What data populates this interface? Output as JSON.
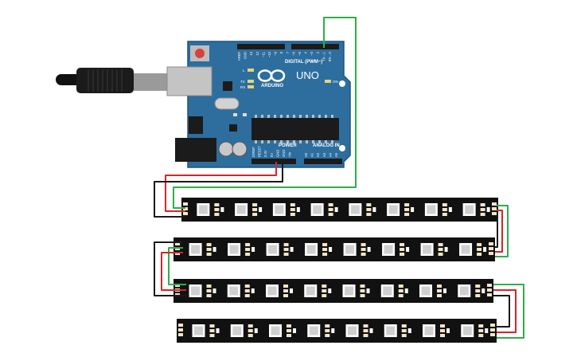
{
  "board": {
    "brand": "ARDUINO",
    "model": "UNO",
    "header_digital": "DIGITAL (PWM~)",
    "header_power": "POWER",
    "header_analog": "ANALOG IN",
    "led_l": "L",
    "led_tx": "TX",
    "led_rx": "RX",
    "led_on": "ON",
    "digital_pins": [
      "AREF",
      "GND",
      "13",
      "12",
      "~11",
      "~10",
      "~9",
      "8",
      "7",
      "~6",
      "~5",
      "4",
      "~3",
      "2",
      "TX→1",
      "RX←0"
    ],
    "power_pins": [
      "IOREF",
      "RESET",
      "3.3V",
      "5V",
      "GND",
      "GND",
      "Vin"
    ],
    "analog_pins": [
      "A0",
      "A1",
      "A2",
      "A3",
      "A4",
      "A5"
    ]
  },
  "strips": {
    "count": 4,
    "leds_per_strip": 8
  },
  "colors": {
    "board": "#2d6e9e",
    "strip": "#111111",
    "wire_red": "#d6252a",
    "wire_black": "#1a1a1a",
    "wire_green": "#2fae4a",
    "led": "#ededed",
    "pad": "#f2e6c8"
  }
}
